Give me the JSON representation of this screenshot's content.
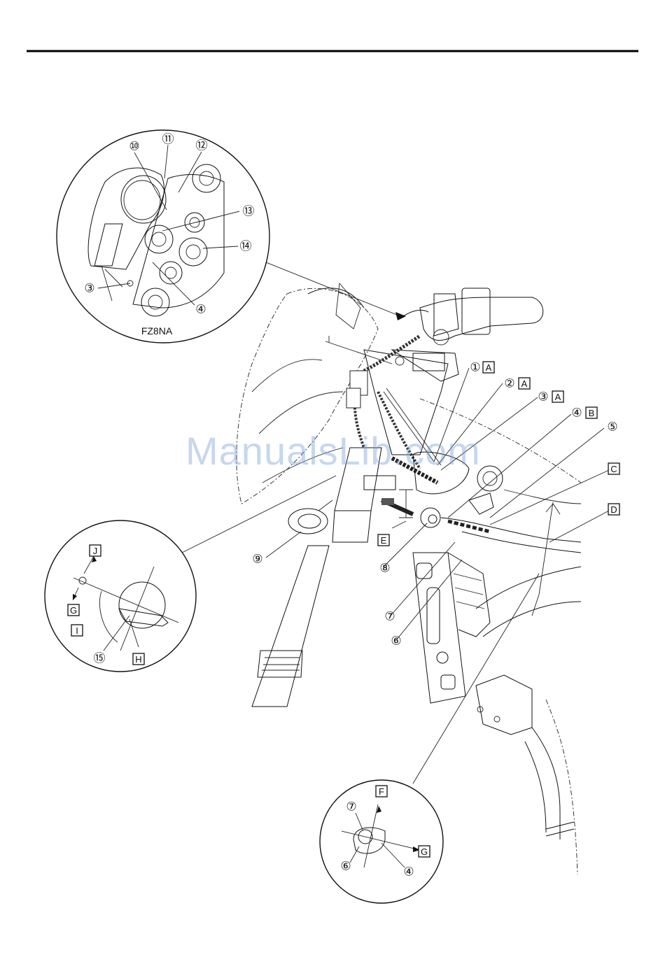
{
  "watermark": "ManualsLib.com",
  "model_label": "FZ8NA",
  "callouts": [
    {
      "id": "c10-detail",
      "text": "⑩"
    },
    {
      "id": "c11-detail",
      "text": "⑪"
    },
    {
      "id": "c12-detail",
      "text": "⑫"
    },
    {
      "id": "c13-detail",
      "text": "⑬"
    },
    {
      "id": "c14-detail",
      "text": "⑭"
    },
    {
      "id": "c3-detail",
      "text": "③"
    },
    {
      "id": "c4-detail",
      "text": "④"
    },
    {
      "id": "c1-main",
      "text": "①"
    },
    {
      "id": "c2-main",
      "text": "②"
    },
    {
      "id": "c3-main",
      "text": "③"
    },
    {
      "id": "c4-main",
      "text": "④"
    },
    {
      "id": "c5-main",
      "text": "⑤"
    },
    {
      "id": "c9-main",
      "text": "⑨"
    },
    {
      "id": "c8-main",
      "text": "⑧"
    },
    {
      "id": "c7-main",
      "text": "⑦"
    },
    {
      "id": "c6-main",
      "text": "⑥"
    },
    {
      "id": "c15-clamp",
      "text": "⑮"
    },
    {
      "id": "c7-lower",
      "text": "⑦"
    },
    {
      "id": "c6-lower",
      "text": "⑥"
    },
    {
      "id": "c4-lower",
      "text": "④"
    }
  ],
  "letter_boxes": [
    {
      "id": "box-a1",
      "text": "A"
    },
    {
      "id": "box-a2",
      "text": "A"
    },
    {
      "id": "box-a3",
      "text": "A"
    },
    {
      "id": "box-b",
      "text": "B"
    },
    {
      "id": "box-c",
      "text": "C"
    },
    {
      "id": "box-d",
      "text": "D"
    },
    {
      "id": "box-e",
      "text": "E"
    },
    {
      "id": "box-j",
      "text": "J"
    },
    {
      "id": "box-g1",
      "text": "G"
    },
    {
      "id": "box-i",
      "text": "I"
    },
    {
      "id": "box-h",
      "text": "H"
    },
    {
      "id": "box-f",
      "text": "F"
    },
    {
      "id": "box-g2",
      "text": "G"
    }
  ]
}
